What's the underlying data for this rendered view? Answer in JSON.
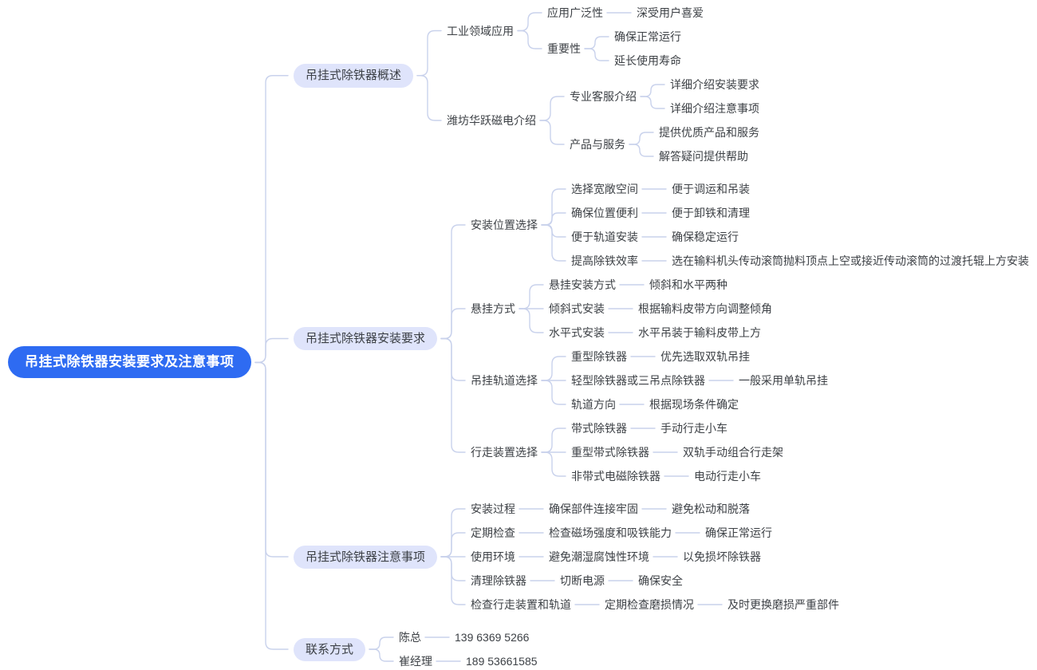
{
  "colors": {
    "canvas_bg": "#ffffff",
    "root_bg": "#2e6bf2",
    "root_text": "#ffffff",
    "branch_bg": "#dfe4fb",
    "branch_text": "#3c4046",
    "text": "#3d4146",
    "line": "#c9d2ec"
  },
  "mindmap": {
    "label": "吊挂式除铁器安装要求及注意事项",
    "children": [
      {
        "label": "吊挂式除铁器概述",
        "children": [
          {
            "label": "工业领域应用",
            "children": [
              {
                "label": "应用广泛性",
                "children": [
                  {
                    "label": "深受用户喜爱"
                  }
                ]
              },
              {
                "label": "重要性",
                "children": [
                  {
                    "label": "确保正常运行"
                  },
                  {
                    "label": "延长使用寿命"
                  }
                ]
              }
            ]
          },
          {
            "label": "潍坊华跃磁电介绍",
            "children": [
              {
                "label": "专业客服介绍",
                "children": [
                  {
                    "label": "详细介绍安装要求"
                  },
                  {
                    "label": "详细介绍注意事项"
                  }
                ]
              },
              {
                "label": "产品与服务",
                "children": [
                  {
                    "label": "提供优质产品和服务"
                  },
                  {
                    "label": "解答疑问提供帮助"
                  }
                ]
              }
            ]
          }
        ]
      },
      {
        "label": "吊挂式除铁器安装要求",
        "children": [
          {
            "label": "安装位置选择",
            "children": [
              {
                "label": "选择宽敞空间",
                "children": [
                  {
                    "label": "便于调运和吊装"
                  }
                ]
              },
              {
                "label": "确保位置便利",
                "children": [
                  {
                    "label": "便于卸铁和清理"
                  }
                ]
              },
              {
                "label": "便于轨道安装",
                "children": [
                  {
                    "label": "确保稳定运行"
                  }
                ]
              },
              {
                "label": "提高除铁效率",
                "children": [
                  {
                    "label": "选在输料机头传动滚筒抛料顶点上空或接近传动滚筒的过渡托辊上方安装"
                  }
                ]
              }
            ]
          },
          {
            "label": "悬挂方式",
            "children": [
              {
                "label": "悬挂安装方式",
                "children": [
                  {
                    "label": "倾斜和水平两种"
                  }
                ]
              },
              {
                "label": "倾斜式安装",
                "children": [
                  {
                    "label": "根据输料皮带方向调整倾角"
                  }
                ]
              },
              {
                "label": "水平式安装",
                "children": [
                  {
                    "label": "水平吊装于输料皮带上方"
                  }
                ]
              }
            ]
          },
          {
            "label": "吊挂轨道选择",
            "children": [
              {
                "label": "重型除铁器",
                "children": [
                  {
                    "label": "优先选取双轨吊挂"
                  }
                ]
              },
              {
                "label": "轻型除铁器或三吊点除铁器",
                "children": [
                  {
                    "label": "一般采用单轨吊挂"
                  }
                ]
              },
              {
                "label": "轨道方向",
                "children": [
                  {
                    "label": "根据现场条件确定"
                  }
                ]
              }
            ]
          },
          {
            "label": "行走装置选择",
            "children": [
              {
                "label": "带式除铁器",
                "children": [
                  {
                    "label": "手动行走小车"
                  }
                ]
              },
              {
                "label": "重型带式除铁器",
                "children": [
                  {
                    "label": "双轨手动组合行走架"
                  }
                ]
              },
              {
                "label": "非带式电磁除铁器",
                "children": [
                  {
                    "label": "电动行走小车"
                  }
                ]
              }
            ]
          }
        ]
      },
      {
        "label": "吊挂式除铁器注意事项",
        "children": [
          {
            "label": "安装过程",
            "children": [
              {
                "label": "确保部件连接牢固",
                "children": [
                  {
                    "label": "避免松动和脱落"
                  }
                ]
              }
            ]
          },
          {
            "label": "定期检查",
            "children": [
              {
                "label": "检查磁场强度和吸铁能力",
                "children": [
                  {
                    "label": "确保正常运行"
                  }
                ]
              }
            ]
          },
          {
            "label": "使用环境",
            "children": [
              {
                "label": "避免潮湿腐蚀性环境",
                "children": [
                  {
                    "label": "以免损坏除铁器"
                  }
                ]
              }
            ]
          },
          {
            "label": "清理除铁器",
            "children": [
              {
                "label": "切断电源",
                "children": [
                  {
                    "label": "确保安全"
                  }
                ]
              }
            ]
          },
          {
            "label": "检查行走装置和轨道",
            "children": [
              {
                "label": "定期检查磨损情况",
                "children": [
                  {
                    "label": "及时更换磨损严重部件"
                  }
                ]
              }
            ]
          }
        ]
      },
      {
        "label": "联系方式",
        "children": [
          {
            "label": "陈总",
            "children": [
              {
                "label": "139 6369 5266"
              }
            ]
          },
          {
            "label": "崔经理",
            "children": [
              {
                "label": "189 53661585"
              }
            ]
          }
        ]
      }
    ]
  }
}
